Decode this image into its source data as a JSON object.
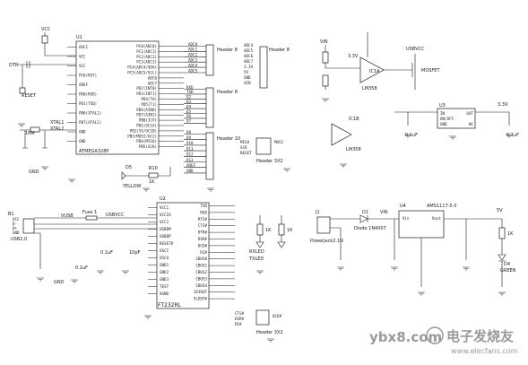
{
  "u1": {
    "ref": "U1",
    "part": "ATMEGA328P",
    "left_pins": [
      "AVCC",
      "VCC",
      "VCC",
      "PC6(RST)",
      "AREF",
      "PD0(RXD)",
      "PD1(TXD)",
      "PB6(XTAL1)",
      "PB7(XTAL2)",
      "GND",
      "GND"
    ],
    "right_pins": [
      "PC0(ADC0)",
      "PC1(ADC1)",
      "PC2(ADC2)",
      "PC3(ADC3)",
      "PC4(ADC4/SDA)",
      "PC5(ADC5/SCL)",
      "ADC6",
      "ADC7",
      "PD2(INT0)",
      "PD3(INT1)",
      "PD4(T0)",
      "PD5(T1)",
      "PD6(AIN0)",
      "PD7(AIN1)",
      "PB0(ICP)",
      "PB1(OC1A)",
      "PB2(SS/OC1B)",
      "PB3(MOSI/OC2)",
      "PB4(MISO)",
      "PB5(SCK)"
    ]
  },
  "u2": {
    "ref": "U2",
    "part": "FT232RL",
    "left_pins": [
      "VCC1",
      "VCCIO",
      "VCC2",
      "USBDM",
      "USBDP",
      "RESET#",
      "OSCI",
      "OSCO",
      "GND1",
      "GND2",
      "GND3",
      "TEST",
      "AGND"
    ],
    "right_pins": [
      "TXD",
      "RXD",
      "RTS#",
      "CTS#",
      "DTR#",
      "DSR#",
      "DCD#",
      "RI#",
      "CBUS0",
      "CBUS1",
      "CBUS2",
      "CBUS3",
      "CBUS4",
      "3V3OUT",
      "SLEEP#"
    ]
  },
  "header_labels": [
    "Header 8",
    "Header 8",
    "Header 10",
    "Header 3X2",
    "Header 3X2"
  ],
  "adc_labels": [
    "ADC0",
    "ADC1",
    "ADC2",
    "ADC3",
    "ADC4",
    "ADC5",
    "ADC6",
    "ADC7"
  ],
  "d_labels": [
    "RXD",
    "TXD",
    "D2",
    "D3",
    "D4",
    "D5",
    "D6",
    "D7"
  ],
  "p4_labels": [
    "D8",
    "D9",
    "D10",
    "D11",
    "D12",
    "D13",
    "AREF",
    "GND"
  ],
  "p5_labels": [
    "MISO",
    "SCK",
    "RESET",
    "MOSI"
  ],
  "p6_labels": [
    "CTS#",
    "DSR#",
    "RI#",
    "DCD#"
  ],
  "misc": {
    "dtr": "DTR",
    "reset_btn": "RESET",
    "xtal": "16M",
    "xtal_pins": [
      "XTAL1",
      "XTAL2"
    ],
    "vcc": "VCC",
    "d5": "D5",
    "yellow": "YELLOW",
    "r10": "R10",
    "one_k": "1K",
    "gnd": "GND",
    "opamp": "LM358",
    "opamp_ref_a": "IC1A",
    "opamp_ref_b": "IC1B",
    "vin": "VIN",
    "usbvcc": "USBVCC",
    "mosfet": "MOSFET",
    "v33": "3.3V",
    "five_v": "5V",
    "u3_ref": "U3",
    "u3_in": "IN",
    "u3_onoff": "ON/OFF",
    "u3_gnd": "GND",
    "u3_out": "OUT",
    "u3_nc": "NC",
    "usb_ref": "B1",
    "usb_name": "USB2.0",
    "usb_vcc": "VCC",
    "usb_dm": "D-",
    "usb_dp": "D+",
    "usb_gnd": "GND",
    "vusb": "VUSB",
    "fuse": "Fuse 1",
    "rxled": "RXLED",
    "txled": "TXLED",
    "j1": "J1",
    "jack": "Powerjack2.1N",
    "d1": "D1",
    "diode": "Diode 1N4007",
    "u4_ref": "U4",
    "u4_part": "AMS1117-5.0",
    "u4_vin": "Vin",
    "u4_vout": "Vout",
    "d4": "D4",
    "green": "GREEN",
    "cap": "0.1uF",
    "pf": "10pF"
  },
  "watermark": {
    "brand": "ybx8.com",
    "title": "电子发烧友",
    "site": "www.elecfans.com"
  }
}
